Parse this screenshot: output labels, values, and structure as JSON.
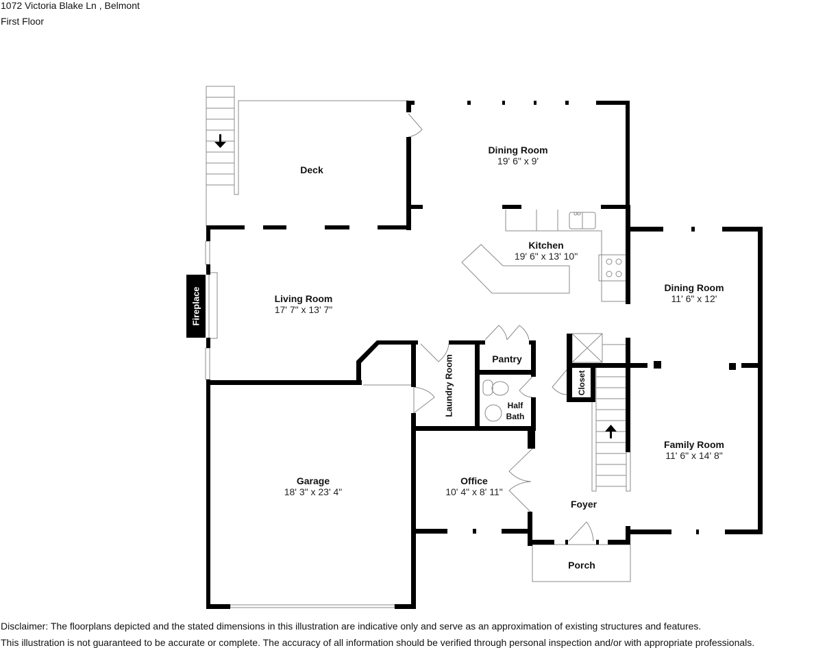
{
  "header": {
    "address": "1072 Victoria Blake Ln , Belmont",
    "floor": "First Floor"
  },
  "rooms": {
    "deck": {
      "name": "Deck",
      "dims": ""
    },
    "dining_room_top": {
      "name": "Dining Room",
      "dims": "19' 6\" x 9'"
    },
    "kitchen": {
      "name": "Kitchen",
      "dims": "19' 6\" x 13' 10\""
    },
    "dining_room_right": {
      "name": "Dining Room",
      "dims": "11' 6\" x 12'"
    },
    "living_room": {
      "name": "Living Room",
      "dims": "17' 7\" x 13' 7\""
    },
    "fireplace": {
      "name": "Fireplace"
    },
    "laundry_room": {
      "name": "Laundry Room"
    },
    "pantry": {
      "name": "Pantry"
    },
    "half_bath": {
      "name_line1": "Half",
      "name_line2": "Bath"
    },
    "closet": {
      "name": "Closet"
    },
    "family_room": {
      "name": "Family Room",
      "dims": "11' 6\" x 14' 8\""
    },
    "garage": {
      "name": "Garage",
      "dims": "18' 3\" x 23' 4\""
    },
    "office": {
      "name": "Office",
      "dims": "10' 4\" x 8' 11\""
    },
    "foyer": {
      "name": "Foyer",
      "dims": ""
    },
    "porch": {
      "name": "Porch",
      "dims": ""
    }
  },
  "stairs": {
    "deck_stairs_direction": "down",
    "interior_stairs_direction": "up"
  },
  "disclaimer": {
    "line1": "Disclaimer: The floorplans depicted and the stated dimensions in this illustration are indicative only and serve as an approximation of existing structures and features.",
    "line2": "This illustration is not guaranteed to be accurate or complete. The accuracy of all information should be verified through personal inspection and/or with appropriate professionals."
  },
  "colors": {
    "wall": "#000000",
    "fixture": "#808080",
    "background": "#ffffff"
  }
}
